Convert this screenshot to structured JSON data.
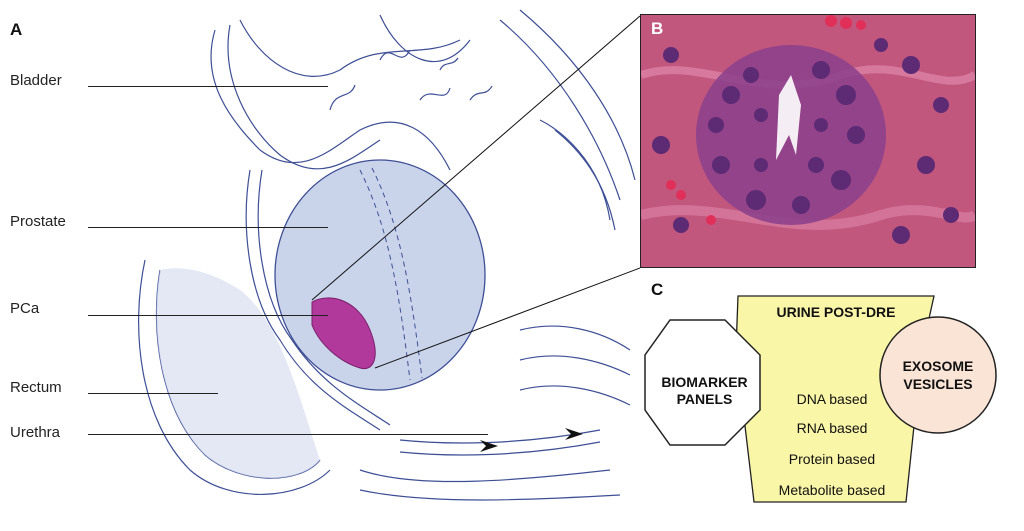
{
  "panels": {
    "a": "A",
    "b": "B",
    "c": "C"
  },
  "anatomy_labels": {
    "bladder": "Bladder",
    "prostate": "Prostate",
    "pca": "PCa",
    "rectum": "Rectum",
    "urethra": "Urethra"
  },
  "panel_c": {
    "title": "URINE POST-DRE",
    "left_box": [
      "BIOMARKER",
      "PANELS"
    ],
    "right_circle": [
      "EXOSOME",
      "VESICLES"
    ],
    "items": [
      "DNA based",
      "RNA based",
      "Protein based",
      "Metabolite based"
    ]
  },
  "colors": {
    "anatomy_ink": "#3e4f96",
    "tissue_fill": "#c9d3ea",
    "tumor": "#b0399b",
    "histology_bg": "#c2577d",
    "histology_nuclei": "#5d2a74",
    "urine_fill": "#faf6a8",
    "exosome_fill": "#f9e4d6"
  }
}
